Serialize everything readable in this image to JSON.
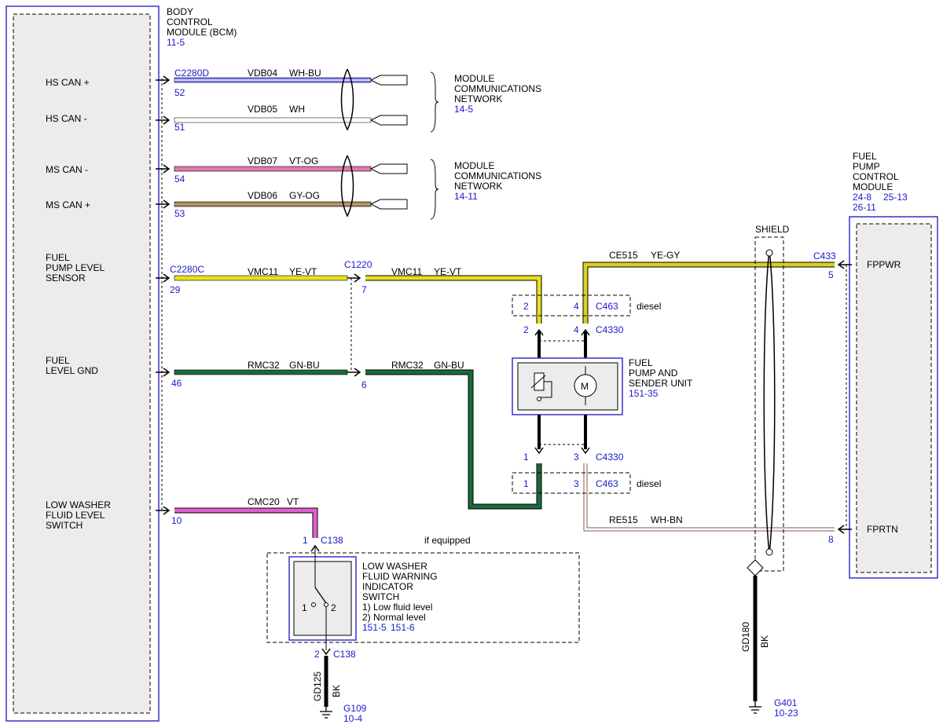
{
  "bcm": {
    "title": [
      "BODY",
      "CONTROL",
      "MODULE (BCM)"
    ],
    "ref": "11-5",
    "pins": [
      {
        "label": [
          "HS CAN +"
        ]
      },
      {
        "label": [
          "HS CAN -"
        ]
      },
      {
        "label": [
          "MS CAN -"
        ]
      },
      {
        "label": [
          "MS CAN +"
        ]
      },
      {
        "label": [
          "FUEL",
          "PUMP LEVEL",
          "SENSOR"
        ]
      },
      {
        "label": [
          "FUEL",
          "LEVEL GND"
        ]
      },
      {
        "label": [
          "LOW WASHER",
          "FLUID LEVEL",
          "SWITCH"
        ]
      }
    ]
  },
  "wires": {
    "hs_can_plus": {
      "connector": "C2280D",
      "pin": "52",
      "circuit": "VDB04",
      "color": "WH-BU",
      "hex": "#7b7bff"
    },
    "hs_can_minus": {
      "pin": "51",
      "circuit": "VDB05",
      "color": "WH",
      "hex": "#bbbbbb"
    },
    "ms_can_minus": {
      "pin": "54",
      "circuit": "VDB07",
      "color": "VT-OG",
      "hex": "#e07aa8"
    },
    "ms_can_plus": {
      "pin": "53",
      "circuit": "VDB06",
      "color": "GY-OG",
      "hex": "#9a8a6a"
    },
    "fuel_sensor": {
      "connector": "C2280C",
      "pin": "29",
      "circuit": "VMC11",
      "color": "YE-VT",
      "hex": "#e8e020",
      "inline_connector": "C1220",
      "inline_pin": "7",
      "circuit2": "VMC11",
      "color2": "YE-VT"
    },
    "fuel_gnd": {
      "pin": "46",
      "circuit": "RMC32",
      "color": "GN-BU",
      "hex": "#1a6a3a",
      "inline_pin": "6",
      "circuit2": "RMC32",
      "color2": "GN-BU"
    },
    "washer": {
      "pin": "10",
      "circuit": "CMC20",
      "color": "VT",
      "hex": "#e060d0"
    },
    "fppwr": {
      "circuit": "CE515",
      "color": "YE-GY",
      "hex": "#d8d020"
    },
    "fprtn": {
      "circuit": "RE515",
      "color": "WH-BN",
      "hex": "#c09080"
    }
  },
  "network_top": {
    "label": [
      "MODULE",
      "COMMUNICATIONS",
      "NETWORK"
    ],
    "ref": "14-5"
  },
  "network_bottom": {
    "label": [
      "MODULE",
      "COMMUNICATIONS",
      "NETWORK"
    ],
    "ref": "14-11"
  },
  "fpcm": {
    "title": [
      "FUEL",
      "PUMP",
      "CONTROL",
      "MODULE"
    ],
    "refs": [
      "24-8",
      "25-13",
      "26-11"
    ],
    "connector": "C433",
    "pin_pwr": "5",
    "label_pwr": "FPPWR",
    "pin_rtn": "8",
    "label_rtn": "FPRTN"
  },
  "shield": {
    "label": "SHIELD",
    "ground_circuit": "GD180",
    "ground_color": "BK",
    "ground": "G401",
    "ground_ref": "10-23"
  },
  "c463_top": {
    "pins": [
      "2",
      "4"
    ],
    "connector": "C463",
    "note": "diesel"
  },
  "c4330_top": {
    "pins": [
      "2",
      "4"
    ],
    "connector": "C4330"
  },
  "pump_unit": {
    "label": [
      "FUEL",
      "PUMP AND",
      "SENDER UNIT"
    ],
    "ref": "151-35",
    "motor": "M"
  },
  "c4330_bottom": {
    "pins": [
      "1",
      "3"
    ],
    "connector": "C4330"
  },
  "c463_bottom": {
    "pins": [
      "1",
      "3"
    ],
    "connector": "C463",
    "note": "diesel"
  },
  "washer_switch": {
    "note": "if equipped",
    "connector_top": "C138",
    "pin_top": "1",
    "label": [
      "LOW WASHER",
      "FLUID WARNING",
      "INDICATOR",
      "SWITCH"
    ],
    "states": [
      "1) Low fluid level",
      "2) Normal level"
    ],
    "refs": [
      "151-5",
      "151-6"
    ],
    "contact_labels": [
      "1",
      "2"
    ],
    "connector_bottom": "C138",
    "pin_bottom": "2",
    "ground_circuit": "GD125",
    "ground_color": "BK",
    "ground": "G109",
    "ground_ref": "10-4"
  }
}
